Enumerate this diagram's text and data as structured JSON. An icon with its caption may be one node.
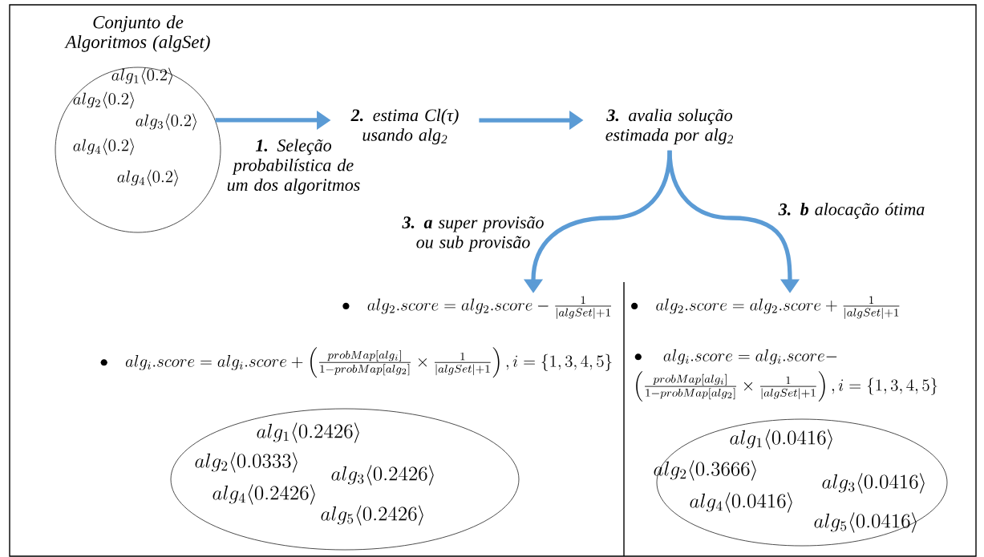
{
  "diagram": {
    "nodes": [
      {
        "text": [
          "Conjunto de Algoritmos (algSet)",
          "alg_1\\langle 0.2\\rangle",
          "alg_2\\langle 0.2\\rangle",
          "alg_3\\langle 0.2\\rangle",
          "alg_4\\langle 0.2\\rangle",
          "alg_4\\langle 0.2\\rangle"
        ]
      },
      {
        "text": [
          "**2.** estima Cl(τ) usando alg$_{2}$"
        ]
      },
      {
        "text": [
          "**3.** avalia solução estimada por alg$_{2}$"
        ]
      },
      {
        "text": [
          "\\bullet\\quad alg_2.score = alg_2.score - \\frac{1}{|algSet|+1}",
          "\\bullet\\quad alg_i.score = alg_i.score + \\left(\\frac{probMap[alg_i]}{1-probMap[alg_2]} \\times \\frac{1}{|algSet|+1}\\right), i = \\{1,3,4,5\\}"
        ]
      },
      {
        "text": [
          "alg_1\\langle 0.2426\\rangle",
          "alg_2\\langle 0.0333\\rangle",
          "alg_3\\langle 0.2426\\rangle",
          "alg_4\\langle 0.2426\\rangle",
          "alg_5\\langle 0.2426\\rangle"
        ]
      },
      {
        "text": [
          "\\bullet\\quad alg_2.score = alg_2.score + \\frac{1}{|algSet|+1}",
          "\\begin{aligned}&\\bullet\\quad alg_i.score = alg_i.score -\\\\ &\\left(\\tfrac{probMap[alg_i]}{1-probMap[alg_2]} \\times \\tfrac{1}{|algSet|+1}\\right), i = \\{1,3,4,5\\}\\end{aligned}"
        ]
      },
      {
        "text": [
          "alg_1\\langle 0.0416\\rangle",
          "alg_2\\langle 0.3666\\rangle",
          "alg_3\\langle 0.0416\\rangle",
          "alg_4\\langle 0.0416\\rangle",
          "alg_5\\langle 0.0416\\rangle"
        ]
      }
    ],
    "edges": [
      {
        "from": 0,
        "to": 1,
        "arrow": "to",
        "label": "**1.** Seleção probabilística de um dos algoritmos"
      },
      {
        "from": 1,
        "to": 2,
        "arrow": "to"
      },
      {
        "from": 2,
        "to": 3,
        "arrow": "to",
        "label": "**3.** **a** super provisão ou sub provisão"
      },
      {
        "from": 2,
        "to": 5,
        "arrow": "to",
        "label": "**3.** **b** alocação ótima"
      }
    ]
  }
}
